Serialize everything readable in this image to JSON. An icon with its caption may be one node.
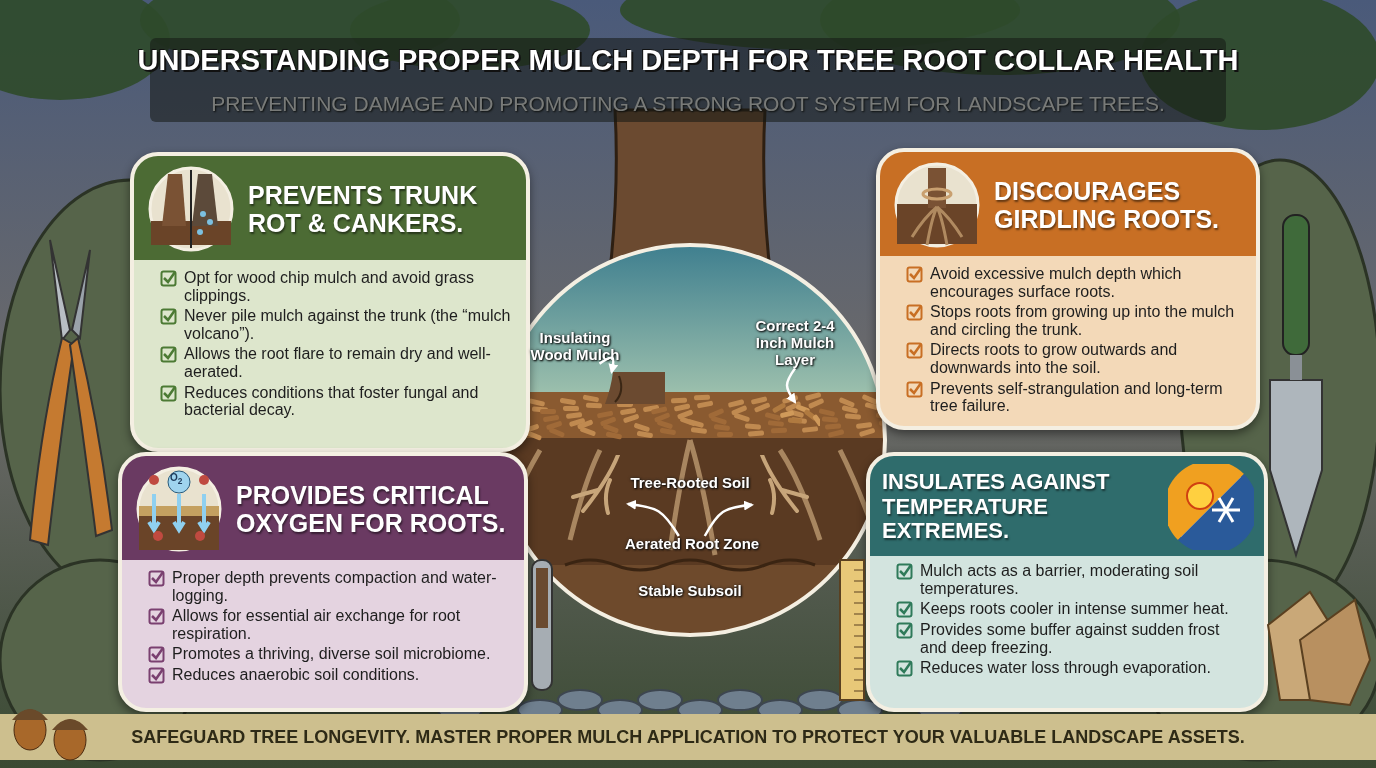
{
  "diagram": {
    "title": "UNDERSTANDING PROPER MULCH DEPTH FOR TREE ROOT COLLAR HEALTH",
    "caption": "SAFEGUARD TREE LONGEVITY. MASTER PROPER MULCH APPLICATION TO PROTECT YOUR VALUABLE LANDSCAPE ASSETS.",
    "nodes": [
      {
        "text": [
          "PREVENTS TRUNK ROT & CANKERS.",
          "Opt for wood chip mulch and avoid grass clippings.",
          "Never pile mulch against the trunk (the “mulch volcano”).",
          "Allows the root flare to remain dry and well-aerated.",
          "Reduces conditions that foster fungal and bacterial decay."
        ]
      },
      {
        "text": [
          "DISCOURAGES GIRDLING ROOTS.",
          "Avoid excessive mulch depth which encourages surface roots.",
          "Stops roots from growing up into the mulch and circling the trunk.",
          "Directs roots to grow outwards and downwards into the soil.",
          "Prevents self-strangulation and long-term tree failure."
        ]
      },
      {
        "text": [
          "PROVIDES CRITICAL OXYGEN FOR ROOTS.",
          "Proper depth prevents compaction and water-logging.",
          "Allows for essential air exchange for root respiration.",
          "Promotes a thriving, diverse soil microbiome.",
          "Reduces anaerobic soil conditions."
        ]
      },
      {
        "text": [
          "INSULATES AGAINST TEMPERATURE EXTREMES.",
          "Mulch acts as a barrier, moderating soil temperatures.",
          "Keeps roots cooler in intense summer heat.",
          "Provides some buffer against sudden frost and deep freezing.",
          "Reduces water loss through evaporation."
        ]
      },
      {
        "text": [
          "Insulating Wood Mulch"
        ]
      },
      {
        "text": [
          "Correct 2-4 Inch Mulch Layer"
        ]
      },
      {
        "text": [
          "Aerated Root Zone"
        ]
      },
      {
        "text": [],
        "shape": "picture"
      },
      {
        "text": [],
        "shape": "picture"
      },
      {
        "text": [],
        "shape": "picture"
      },
      {
        "text": [],
        "shape": "picture"
      }
    ],
    "edges": [
      {
        "from": 4,
        "to": 7,
        "arrow": "to"
      },
      {
        "from": 5,
        "to": 8,
        "arrow": "to"
      },
      {
        "from": 6,
        "to": 9,
        "arrow": "to"
      },
      {
        "from": 6,
        "to": 10,
        "arrow": "to"
      }
    ],
    "labels": [
      "PREVENTING DAMAGE AND PROMOTING A STRONG ROOT SYSTEM FOR LANDSCAPE TREES.",
      "Tree-Rooted Soil",
      "Stable Subsoil",
      "O$_{2}$"
    ]
  }
}
